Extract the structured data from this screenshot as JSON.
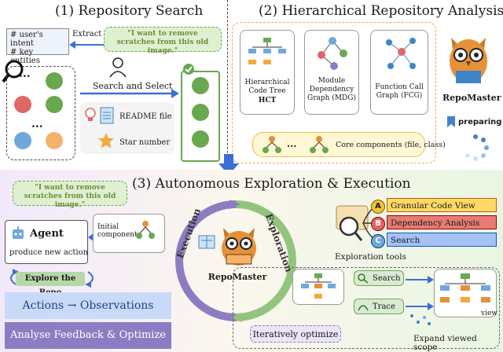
{
  "section1": {
    "title": "(1) Repository Search",
    "intent_lines": [
      "# user's intent",
      "# key entities"
    ],
    "extract_label": "Extract",
    "quote": "\"I want to remove scratches from this old image.\"",
    "search_label": "Search and Select",
    "readme_label": "README file",
    "star_label": "Star number"
  },
  "section2": {
    "title": "(2) Hierarchical Repository Analysis",
    "hct_line1": "Hierarchical",
    "hct_line2": "Code Tree",
    "hct_abbr": "HCT",
    "mdg_line1": "Module",
    "mdg_line2": "Dependency",
    "mdg_line3": "Graph (MDG)",
    "fcg_line1": "Function Call",
    "fcg_line2": "Graph (FCG)",
    "core_label": "Core components (file, class)",
    "ellipsis": "..."
  },
  "repomaster": {
    "name": "RepoMaster",
    "preparing": "preparing"
  },
  "section3": {
    "title": "(3) Autonomous Exploration & Execution",
    "quote": "\"I want to remove scratches from this old image.\"",
    "agent_label": "Agent",
    "produce_label": "produce new action",
    "initial_label": "Initial components",
    "explore_label": "Explore the Repo",
    "actions_label": "Actions → Observations",
    "analyse_label": "Analyse Feedback & Optimize",
    "execution_label": "Execution",
    "exploration_label": "Exploration",
    "center_name": "RepoMaster",
    "tool_a_letter": "A",
    "tool_b_letter": "B",
    "tool_c_letter": "C",
    "tool_a": "Granular Code View",
    "tool_b": "Dependency Analysis",
    "tool_c": "Search",
    "tools_label": "Exploration tools",
    "search_chip": "Search",
    "trace_chip": "Trace",
    "view_label": "view",
    "expand_label": "Expand viewed scope",
    "iterate_label": "Iteratively optimize"
  },
  "colors": {
    "blue_arrow": "#3a6fd8",
    "green": "#6aa84f",
    "orange": "#f4a93c",
    "purple_bar": "#8e7cc3",
    "light_blue_bar": "#c9daf8"
  }
}
